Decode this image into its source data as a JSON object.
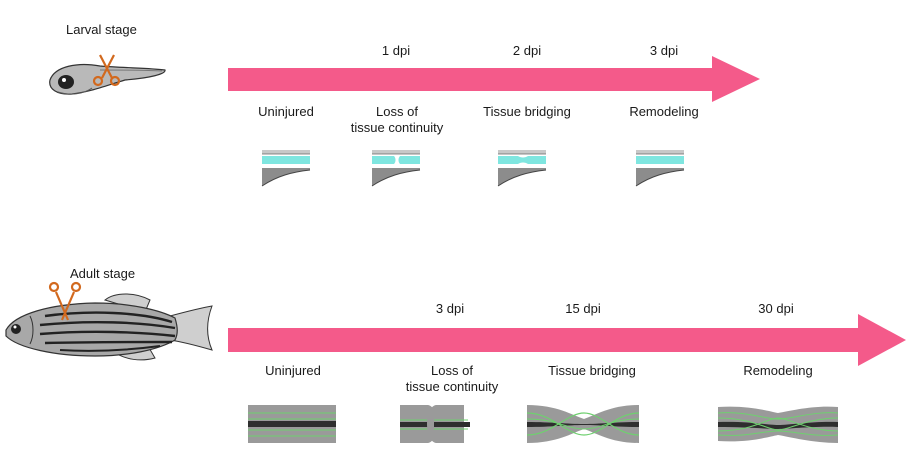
{
  "larval": {
    "title": "Larval stage",
    "timepoints": [
      "1 dpi",
      "2 dpi",
      "3 dpi"
    ],
    "stages": [
      "Uninjured",
      "Loss of\ntissue continuity",
      "Tissue bridging",
      "Remodeling"
    ]
  },
  "adult": {
    "title": "Adult stage",
    "timepoints": [
      "3 dpi",
      "15 dpi",
      "30 dpi"
    ],
    "stages": [
      "Uninjured",
      "Loss of\ntissue continuity",
      "Tissue bridging",
      "Remodeling"
    ]
  },
  "colors": {
    "arrow": "#f45a8a",
    "spinal_cord": "#7fe6e0",
    "tissue_gray": "#8c8c8c",
    "light_gray": "#c8c8c8",
    "dark_core": "#2e2e2e",
    "glia_green": "#6fd06f",
    "scissors": "#d2691e"
  },
  "icons": [
    "scissors-icon",
    "larva-icon",
    "adult-zebrafish-icon"
  ]
}
